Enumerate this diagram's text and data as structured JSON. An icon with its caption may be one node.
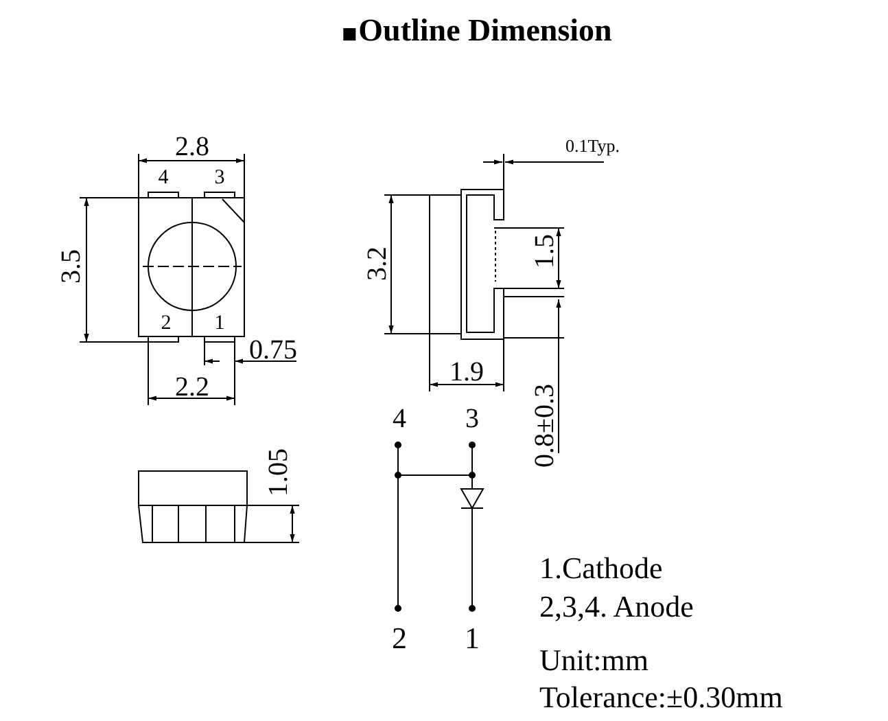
{
  "diagram": {
    "title": "Outline Dimension",
    "labels": [
      "2.8",
      "0.1Typ.",
      "4",
      "3",
      "3.5",
      "3.2",
      "1.5",
      "2",
      "1",
      "0.75",
      "1.9",
      "2.2",
      "0.8±0.3",
      "4",
      "3",
      "1.05",
      "1.Cathode",
      "2,3,4. Anode",
      "2",
      "1",
      "Unit:mm",
      "Tolerance:±0.30mm"
    ]
  }
}
